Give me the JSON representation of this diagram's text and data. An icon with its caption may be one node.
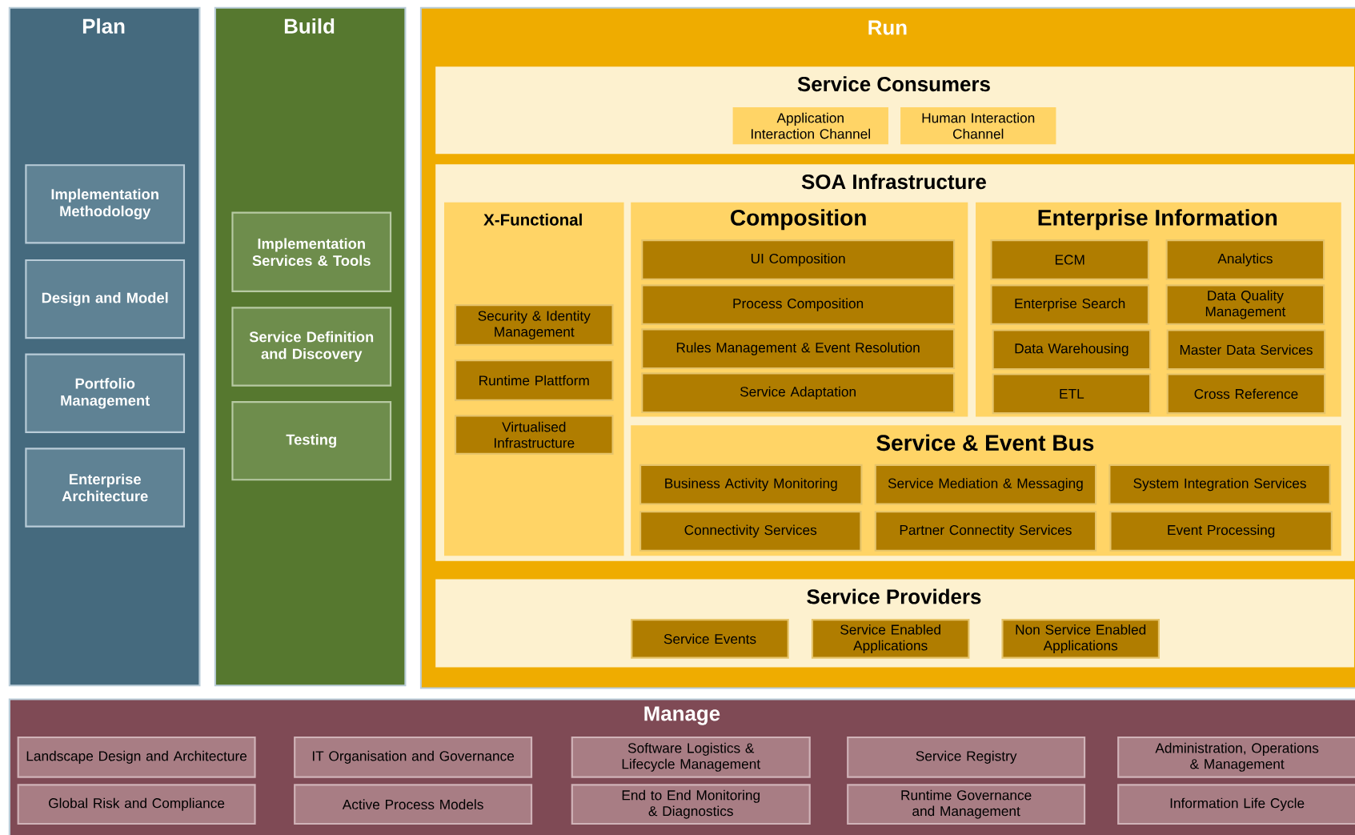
{
  "diagram": {
    "nodes": [
      {
        "text": [
          "Plan"
        ]
      },
      {
        "text": [
          "Implementation Methodology"
        ],
        "in": 0
      },
      {
        "text": [
          "Design and Model"
        ],
        "in": 0
      },
      {
        "text": [
          "Portfolio Management"
        ],
        "in": 0
      },
      {
        "text": [
          "Enterprise Architecture"
        ],
        "in": 0
      },
      {
        "text": [
          "Build"
        ]
      },
      {
        "text": [
          "Implementation Services & Tools"
        ],
        "in": 5
      },
      {
        "text": [
          "Service Definition and Discovery"
        ],
        "in": 5
      },
      {
        "text": [
          "Testing"
        ],
        "in": 5
      },
      {
        "text": [
          "Run"
        ]
      },
      {
        "text": [
          "Service Consumers"
        ],
        "in": 9
      },
      {
        "text": [
          "Application Interaction Channel"
        ],
        "in": 10
      },
      {
        "text": [
          "Human Interaction Channel"
        ],
        "in": 10
      },
      {
        "text": [
          "SOA Infrastructure"
        ],
        "in": 9
      },
      {
        "text": [
          "X-Functional"
        ],
        "in": 13
      },
      {
        "text": [
          "Security & Identity Management"
        ],
        "in": 14
      },
      {
        "text": [
          "Runtime Plattform"
        ],
        "in": 14
      },
      {
        "text": [
          "Virtualised Infrastructure"
        ],
        "in": 14
      },
      {
        "text": [
          "Composition"
        ],
        "in": 13
      },
      {
        "text": [
          "UI Composition"
        ],
        "in": 18
      },
      {
        "text": [
          "Process Composition"
        ],
        "in": 18
      },
      {
        "text": [
          "Rules Management & Event Resolution"
        ],
        "in": 18
      },
      {
        "text": [
          "Service Adaptation"
        ],
        "in": 18
      },
      {
        "text": [
          "Enterprise Information"
        ],
        "in": 13
      },
      {
        "text": [
          "ECM"
        ],
        "in": 23
      },
      {
        "text": [
          "Analytics"
        ],
        "in": 23
      },
      {
        "text": [
          "Enterprise Search"
        ],
        "in": 23
      },
      {
        "text": [
          "Data Quality Management"
        ],
        "in": 23
      },
      {
        "text": [
          "Data Warehousing"
        ],
        "in": 23
      },
      {
        "text": [
          "Master Data Services"
        ],
        "in": 23
      },
      {
        "text": [
          "ETL"
        ],
        "in": 23
      },
      {
        "text": [
          "Cross Reference"
        ],
        "in": 23
      },
      {
        "text": [
          "Service & Event Bus"
        ],
        "in": 13
      },
      {
        "text": [
          "Business Activity Monitoring"
        ],
        "in": 32
      },
      {
        "text": [
          "Service Mediation & Messaging"
        ],
        "in": 32
      },
      {
        "text": [
          "System Integration Services"
        ],
        "in": 32
      },
      {
        "text": [
          "Connectivity Services"
        ],
        "in": 32
      },
      {
        "text": [
          "Partner Connectity Services"
        ],
        "in": 32
      },
      {
        "text": [
          "Event Processing"
        ],
        "in": 32
      },
      {
        "text": [
          "Service Providers"
        ],
        "in": 9
      },
      {
        "text": [
          "Service Events"
        ],
        "in": 39
      },
      {
        "text": [
          "Service Enabled Applications"
        ],
        "in": 39
      },
      {
        "text": [
          "Non Service Enabled Applications"
        ],
        "in": 39
      },
      {
        "text": [
          "Manage"
        ]
      },
      {
        "text": [
          "Landscape Design and Architecture"
        ],
        "in": 43
      },
      {
        "text": [
          "IT Organisation and Governance"
        ],
        "in": 43
      },
      {
        "text": [
          "Software Logistics & Lifecycle Management"
        ],
        "in": 43
      },
      {
        "text": [
          "Service Registry"
        ],
        "in": 43
      },
      {
        "text": [
          "Administration, Operations & Management"
        ],
        "in": 43
      },
      {
        "text": [
          "Global Risk and Compliance"
        ],
        "in": 43
      },
      {
        "text": [
          "Active Process Models"
        ],
        "in": 43
      },
      {
        "text": [
          "End to End Monitoring & Diagnostics"
        ],
        "in": 43
      },
      {
        "text": [
          "Runtime Governance and Management"
        ],
        "in": 43
      },
      {
        "text": [
          "Information Life Cycle"
        ],
        "in": 43
      }
    ],
    "edges": []
  }
}
